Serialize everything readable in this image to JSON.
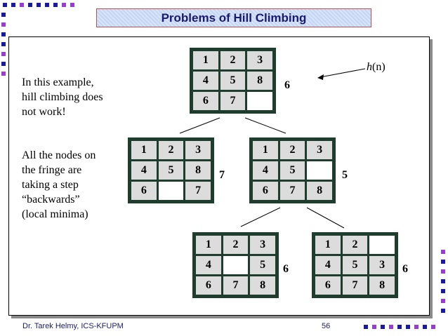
{
  "slide": {
    "title": "Problems of Hill Climbing",
    "left_text_1": [
      "In this example,",
      "hill climbing does",
      "not work!"
    ],
    "left_text_2": [
      "All the nodes on",
      "the fringe are",
      "taking a step",
      "“backwards”",
      "(local minima)"
    ],
    "heuristic_label_fn": "h",
    "heuristic_label_arg": "(n)"
  },
  "puzzles": {
    "root": {
      "cells": [
        "1",
        "2",
        "3",
        "4",
        "5",
        "8",
        "6",
        "7",
        ""
      ],
      "h": "6"
    },
    "left_child": {
      "cells": [
        "1",
        "2",
        "3",
        "4",
        "5",
        "8",
        "6",
        "",
        "7"
      ],
      "h": "7"
    },
    "right_child": {
      "cells": [
        "1",
        "2",
        "3",
        "4",
        "5",
        "",
        "6",
        "7",
        "8"
      ],
      "h": "5"
    },
    "grand_left": {
      "cells": [
        "1",
        "2",
        "3",
        "4",
        "",
        "5",
        "6",
        "7",
        "8"
      ],
      "h": "6"
    },
    "grand_right": {
      "cells": [
        "1",
        "2",
        "",
        "4",
        "5",
        "3",
        "6",
        "7",
        "8"
      ],
      "h": "6"
    }
  },
  "footer": {
    "author": "Dr. Tarek Helmy, ICS-KFUPM",
    "page_number": "56"
  },
  "colors": {
    "title_text": "#1a1a6e",
    "title_border": "#c0504d",
    "puzzle_frame": "#1f3d2f",
    "tile": "#dcdcdc",
    "deco_blue": "#1a1aa0",
    "deco_purple": "#9a3ccf"
  }
}
